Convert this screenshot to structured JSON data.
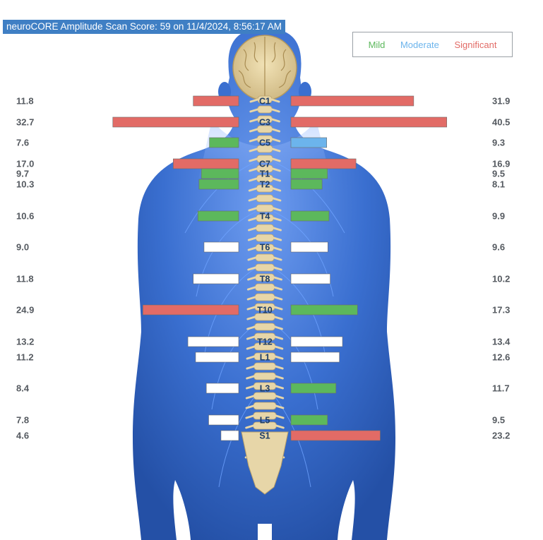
{
  "header": {
    "title": "neuroCORE Amplitude Scan Score: 59 on 11/4/2024, 8:56:17 AM"
  },
  "legend": {
    "items": [
      {
        "label": "Mild",
        "color": "#5cb85c"
      },
      {
        "label": "Moderate",
        "color": "#6cb4ec"
      },
      {
        "label": "Significant",
        "color": "#e26b66"
      }
    ]
  },
  "colors": {
    "none": "#ffffff",
    "mild": "#5cb85c",
    "moderate": "#6cb4ec",
    "significant": "#e26b66",
    "body": "#2f66c8",
    "spine": "#e7d6a8"
  },
  "chart_data": {
    "type": "bar",
    "orientation": "diverging-horizontal",
    "categories": [
      "C1",
      "C3",
      "C5",
      "C7",
      "T1",
      "T2",
      "T4",
      "T6",
      "T8",
      "T10",
      "T12",
      "L1",
      "L3",
      "L5",
      "S1"
    ],
    "series": [
      {
        "values": [
          11.8,
          32.7,
          7.6,
          17.0,
          9.7,
          10.3,
          10.6,
          9.0,
          11.8,
          24.9,
          13.2,
          11.2,
          8.4,
          7.8,
          4.6
        ],
        "severity": [
          "significant",
          "significant",
          "mild",
          "significant",
          "mild",
          "mild",
          "mild",
          "none",
          "none",
          "significant",
          "none",
          "none",
          "none",
          "none",
          "none"
        ]
      },
      {
        "values": [
          31.9,
          40.5,
          9.3,
          16.9,
          9.5,
          8.1,
          9.9,
          9.6,
          10.2,
          17.3,
          13.4,
          12.6,
          11.7,
          9.5,
          23.2
        ],
        "severity": [
          "significant",
          "significant",
          "moderate",
          "significant",
          "mild",
          "mild",
          "mild",
          "none",
          "none",
          "mild",
          "none",
          "none",
          "mild",
          "mild",
          "significant"
        ]
      }
    ]
  }
}
